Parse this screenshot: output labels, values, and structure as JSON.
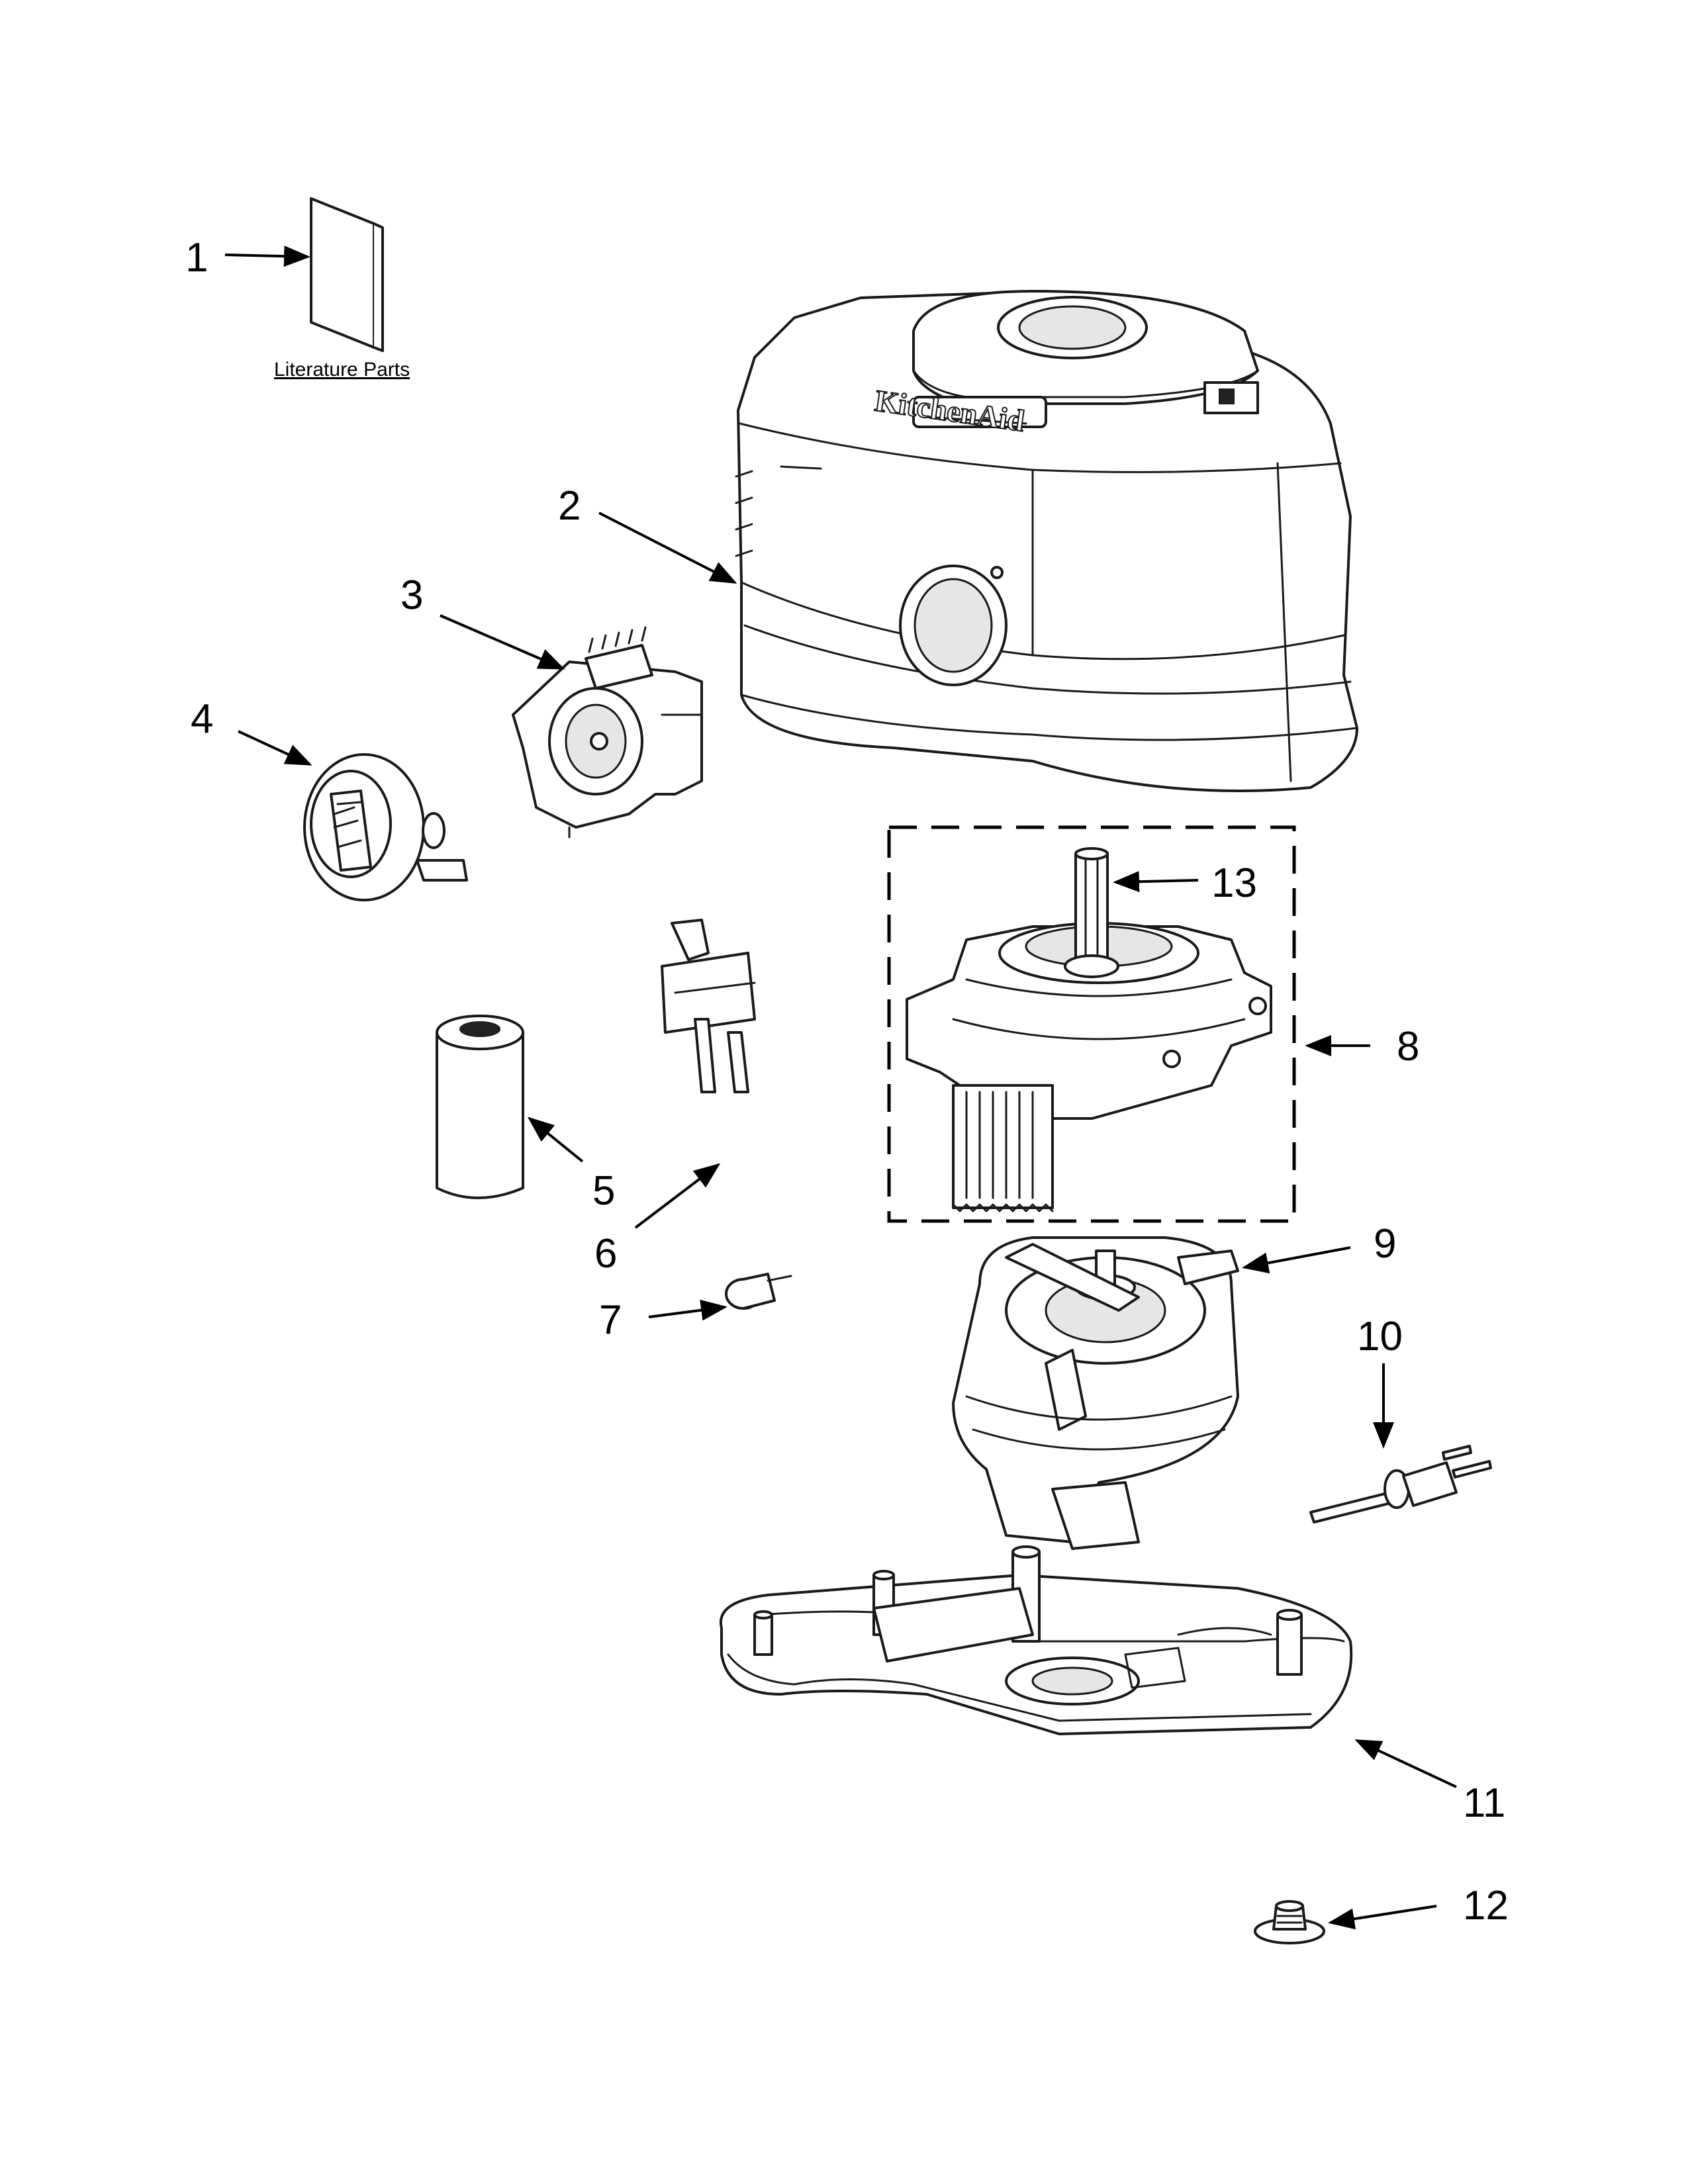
{
  "diagram": {
    "literature_label": "Literature Parts",
    "brand_logo": "KitchenAid",
    "callouts": [
      "1",
      "2",
      "3",
      "4",
      "5",
      "6",
      "7",
      "8",
      "9",
      "10",
      "11",
      "12",
      "13"
    ]
  }
}
